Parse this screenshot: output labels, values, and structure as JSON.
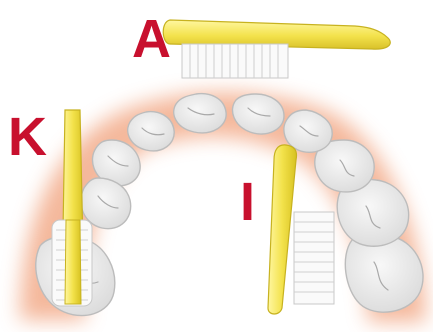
{
  "labels": {
    "a": "A",
    "k": "K",
    "i": "I"
  },
  "colors": {
    "brush_handle": "#f3e24b",
    "brush_handle_dark": "#d7c221",
    "bristle": "#fafafa",
    "bristle_shadow": "#c8c8c8",
    "tooth": "#e7e7e7",
    "tooth_edge": "#bcbcbc",
    "gum_glow": "#f1a07a",
    "label": "#c8102e"
  },
  "icons": {
    "toothbrush": "toothbrush-icon",
    "tooth": "tooth-icon"
  }
}
